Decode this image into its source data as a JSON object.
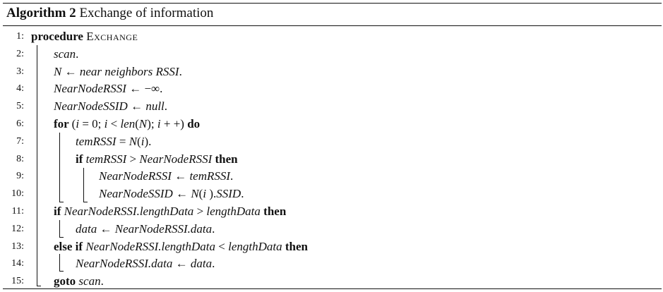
{
  "caption": {
    "label": "Algorithm 2",
    "title": "Exchange of information"
  },
  "lines": [
    {
      "n": "1:",
      "parts": [
        [
          "kw",
          "procedure "
        ],
        [
          "sc",
          "Exchange"
        ]
      ]
    },
    {
      "n": "2:",
      "parts": [
        [
          "it",
          "scan"
        ],
        [
          "",
          "."
        ]
      ]
    },
    {
      "n": "3:",
      "parts": [
        [
          "it",
          "N"
        ],
        [
          "",
          " ← "
        ],
        [
          "it",
          "near neighbors RSSI"
        ],
        [
          "",
          "."
        ]
      ]
    },
    {
      "n": "4:",
      "parts": [
        [
          "it",
          "NearNodeRSSI"
        ],
        [
          "",
          " ← −∞."
        ]
      ]
    },
    {
      "n": "5:",
      "parts": [
        [
          "it",
          "NearNodeSSID"
        ],
        [
          "",
          " ← "
        ],
        [
          "it",
          "null"
        ],
        [
          "",
          "."
        ]
      ]
    },
    {
      "n": "6:",
      "parts": [
        [
          "kw",
          "for "
        ],
        [
          "",
          "("
        ],
        [
          "it",
          "i"
        ],
        [
          "",
          " = 0; "
        ],
        [
          "it",
          "i"
        ],
        [
          "",
          " < "
        ],
        [
          "it",
          "len"
        ],
        [
          "",
          "("
        ],
        [
          "it",
          "N"
        ],
        [
          "",
          "); "
        ],
        [
          "it",
          "i"
        ],
        [
          "",
          " + +) "
        ],
        [
          "kw",
          "do"
        ]
      ]
    },
    {
      "n": "7:",
      "parts": [
        [
          "it",
          "temRSSI"
        ],
        [
          "",
          " = "
        ],
        [
          "it",
          "N"
        ],
        [
          "",
          "("
        ],
        [
          "it",
          "i"
        ],
        [
          "",
          ")."
        ]
      ]
    },
    {
      "n": "8:",
      "parts": [
        [
          "kw",
          "if "
        ],
        [
          "it",
          "temRSSI"
        ],
        [
          "",
          " > "
        ],
        [
          "it",
          "NearNodeRSSI"
        ],
        [
          "kw",
          " then"
        ]
      ]
    },
    {
      "n": "9:",
      "parts": [
        [
          "it",
          "NearNodeRSSI"
        ],
        [
          "",
          " ← "
        ],
        [
          "it",
          "temRSSI"
        ],
        [
          "",
          "."
        ]
      ]
    },
    {
      "n": "10:",
      "parts": [
        [
          "it",
          "NearNodeSSID"
        ],
        [
          "",
          " ← "
        ],
        [
          "it",
          "N"
        ],
        [
          "",
          "("
        ],
        [
          "it",
          "i"
        ],
        [
          "",
          " )."
        ],
        [
          "it",
          "SSID"
        ],
        [
          "",
          "."
        ]
      ]
    },
    {
      "n": "11:",
      "parts": [
        [
          "kw",
          "if "
        ],
        [
          "it",
          "NearNodeRSSI.lengthData"
        ],
        [
          "",
          " > "
        ],
        [
          "it",
          "lengthData"
        ],
        [
          "kw",
          " then"
        ]
      ]
    },
    {
      "n": "12:",
      "parts": [
        [
          "it",
          "data"
        ],
        [
          "",
          " ← "
        ],
        [
          "it",
          "NearNodeRSSI.data"
        ],
        [
          "",
          "."
        ]
      ]
    },
    {
      "n": "13:",
      "parts": [
        [
          "kw",
          "else if "
        ],
        [
          "it",
          "NearNodeRSSI.lengthData"
        ],
        [
          "",
          " < "
        ],
        [
          "it",
          "lengthData"
        ],
        [
          "kw",
          " then"
        ]
      ]
    },
    {
      "n": "14:",
      "parts": [
        [
          "it",
          "NearNodeRSSI.data"
        ],
        [
          "",
          " ← "
        ],
        [
          "it",
          "data"
        ],
        [
          "",
          "."
        ]
      ]
    },
    {
      "n": "15:",
      "parts": [
        [
          "kw",
          "goto "
        ],
        [
          "it",
          "scan"
        ],
        [
          "",
          "."
        ]
      ]
    }
  ]
}
